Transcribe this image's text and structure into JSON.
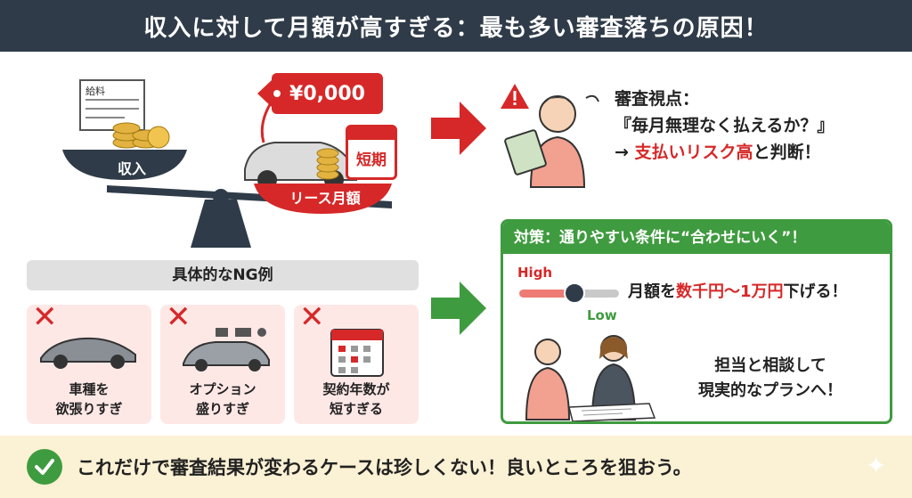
{
  "title": "収入に対して月額が高すぎる：最も多い審査落ちの原因！",
  "scale": {
    "income_label": "収入",
    "payslip_label": "給料",
    "price_tag": "¥0,000",
    "short_badge": "短期",
    "lease_label": "リース月額"
  },
  "review": {
    "line1": "審査視点：",
    "line2": "『毎月無理なく払えるか？』",
    "line3_prefix": "→ ",
    "line3_red": "支払いリスク高",
    "line3_suffix": "と判断！"
  },
  "ng": {
    "header": "具体的なNG例",
    "items": [
      {
        "line1": "車種を",
        "line2": "欲張りすぎ"
      },
      {
        "line1": "オプション",
        "line2": "盛りすぎ"
      },
      {
        "line1": "契約年数が",
        "line2": "短すぎる"
      }
    ]
  },
  "strategy": {
    "header": "対策：通りやすい条件に“合わせにいく”！",
    "high": "High",
    "low": "Low",
    "slider_level_percent": 55,
    "monthly_prefix": "月額を",
    "monthly_red": "数千円〜1万円",
    "monthly_suffix": "下げる！",
    "consult_line1": "担当と相談して",
    "consult_line2": "現実的なプランへ！"
  },
  "footer": {
    "text": "これだけで審査結果が変わるケースは珍しくない！良いところを狙おう。"
  },
  "colors": {
    "title_bg": "#2f3b48",
    "accent_red": "#d62828",
    "accent_green": "#3f9b3f",
    "footer_bg": "#fbf1d4",
    "ng_card_bg": "#fde8e6"
  }
}
